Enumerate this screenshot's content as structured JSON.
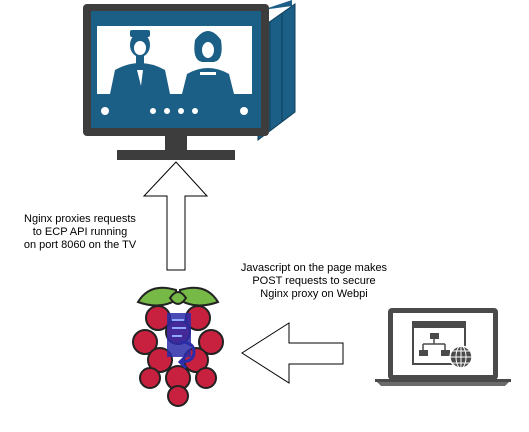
{
  "labels": {
    "left": [
      "Nginx proxies requests",
      "to ECP API running",
      "on port 8060 on the TV"
    ],
    "right": [
      "Javascript on the page makes",
      "POST requests to secure",
      "Nginx proxy on Webpi"
    ]
  },
  "icons": {
    "tv": "television-icon",
    "raspberry": "raspberry-pi-icon",
    "laptop": "laptop-web-icon"
  },
  "colors": {
    "tv_frame": "#3d3d3d",
    "tv_screen": "#1b5f86",
    "raspberry": "#c7213f",
    "raspberry_leaf": "#76b947",
    "overlay": "#2c2ca8",
    "laptop": "#4a4a4a"
  }
}
